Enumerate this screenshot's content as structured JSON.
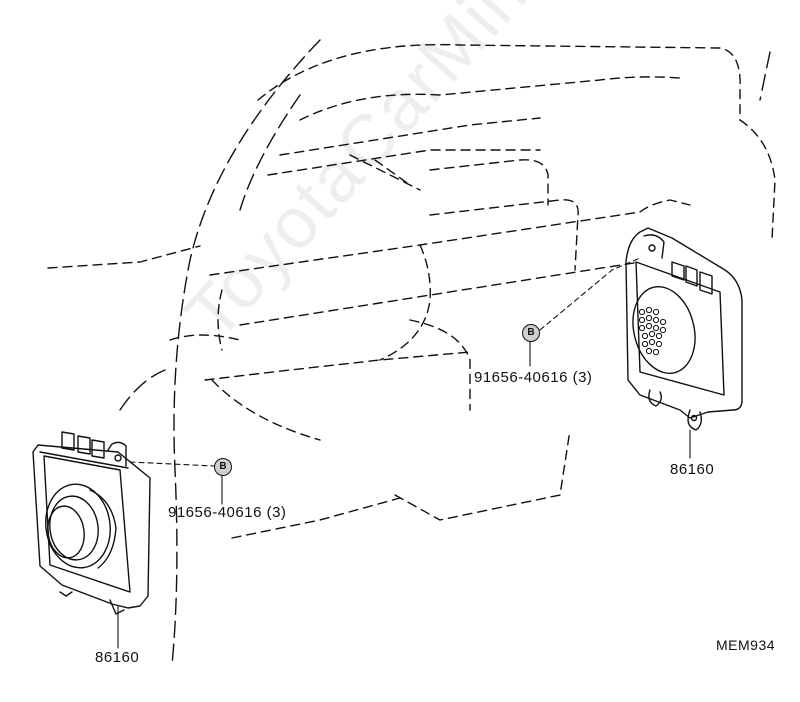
{
  "diagram": {
    "watermark": "ToyotaCarMine.ru",
    "drawing_code": "MEM934",
    "parts": [
      {
        "part_number": "86160",
        "ref": "B",
        "fastener_label": "91656-40616 (3)"
      },
      {
        "part_number": "86160",
        "ref": "B",
        "fastener_label": "91656-40616 (3)"
      }
    ]
  },
  "colors": {
    "line": "#111111",
    "ref_fill": "#cfcfcf",
    "background": "#ffffff"
  }
}
